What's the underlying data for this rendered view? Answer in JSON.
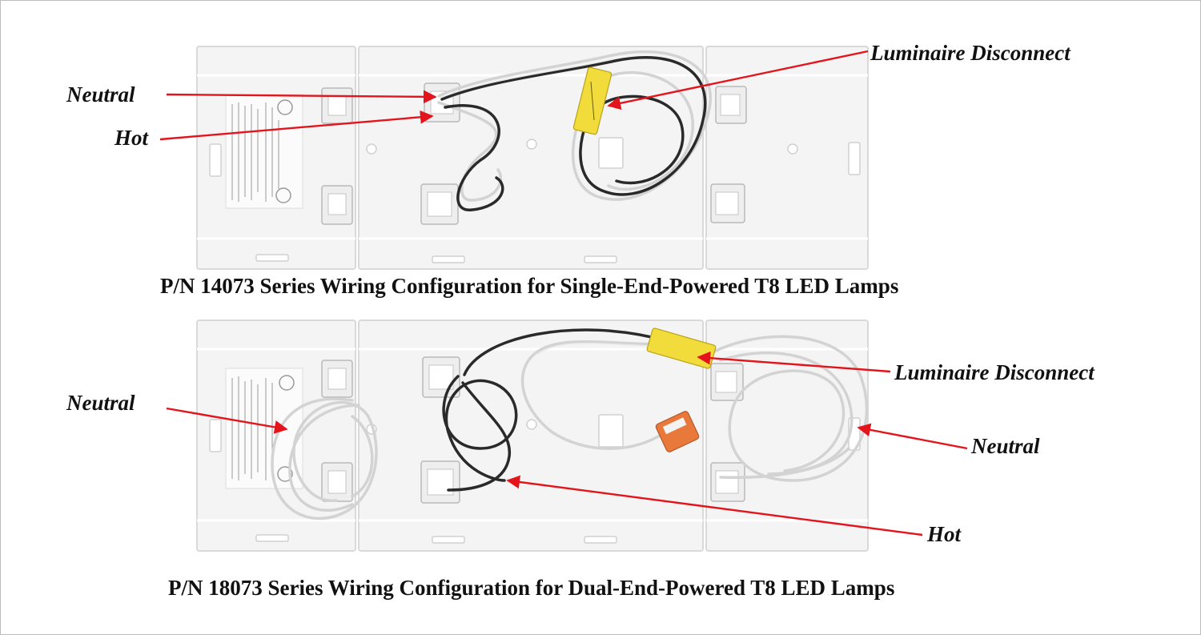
{
  "panels": [
    {
      "caption": "P/N 14073 Series Wiring Configuration for Single-End-Powered T8 LED Lamps",
      "callouts": {
        "neutral": "Neutral",
        "hot": "Hot",
        "disconnect": "Luminaire Disconnect"
      }
    },
    {
      "caption": "P/N 18073 Series Wiring Configuration for Dual-End-Powered T8 LED Lamps",
      "callouts": {
        "neutral_left": "Neutral",
        "disconnect": "Luminaire Disconnect",
        "neutral_right": "Neutral",
        "hot": "Hot"
      }
    }
  ],
  "colors": {
    "arrow": "#e3141b",
    "disconnect_body": "#f1dc3c",
    "push_connector": "#e8793a"
  }
}
